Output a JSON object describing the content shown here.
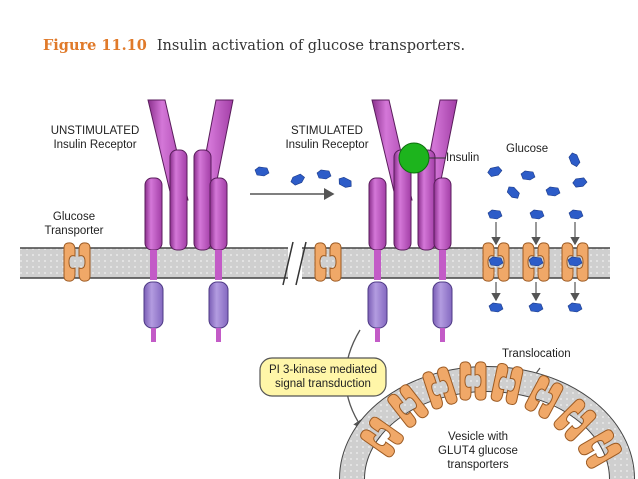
{
  "figure": {
    "number": "Figure 11.10",
    "title": "Insulin activation of glucose transporters."
  },
  "labels": {
    "unstimulated": [
      "UNSTIMULATED",
      "Insulin Receptor"
    ],
    "stimulated": [
      "STIMULATED",
      "Insulin Receptor"
    ],
    "insulin": "Insulin",
    "glucose": "Glucose",
    "glucose_transporter": [
      "Glucose",
      "Transporter"
    ],
    "pi3k": [
      "PI 3-kinase mediated",
      "signal transduction"
    ],
    "translocation": "Translocation",
    "vesicle": [
      "Vesicle with",
      "GLUT4 glucose",
      "transporters"
    ]
  },
  "colors": {
    "receptor": "#c35bc7",
    "receptor_dark": "#8a2f8c",
    "receptor_intracellular": "#9a80cf",
    "membrane": "#c8c8c8",
    "transporter": "#f0a868",
    "insulin": "#1db41d",
    "glucose": "#2d5cc8",
    "callout_fill": "#fff6a8",
    "caption_number": "#e07a2a"
  }
}
